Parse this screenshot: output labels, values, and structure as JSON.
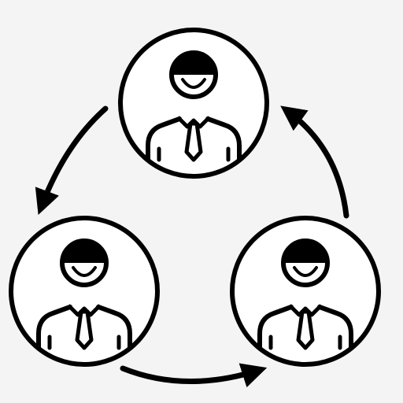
{
  "diagram": {
    "type": "cycle",
    "description_nodes": [
      "person-top",
      "person-bottom-left",
      "person-bottom-right"
    ],
    "flow": [
      "person-top",
      "person-bottom-left",
      "person-bottom-right",
      "person-top"
    ],
    "colors": {
      "background": "#f4f4f4",
      "stroke": "#000000",
      "fill": "#ffffff"
    },
    "icons": [
      "person-avatar-icon",
      "cycle-arrow-icon"
    ]
  }
}
